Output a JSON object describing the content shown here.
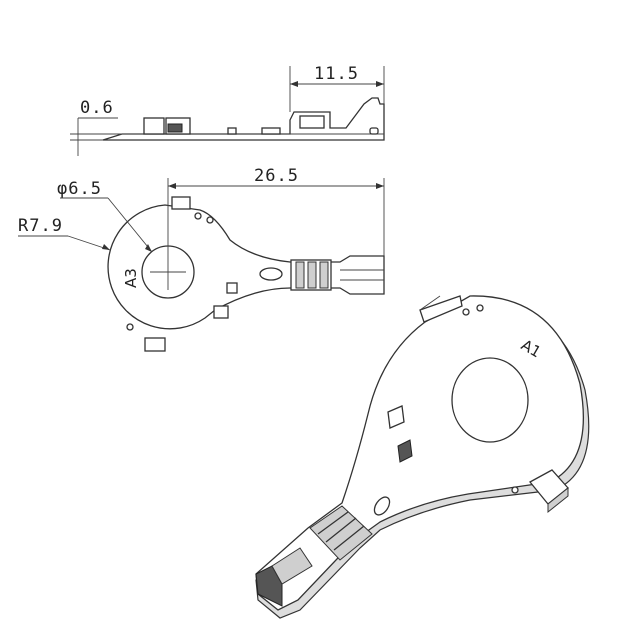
{
  "dimensions": {
    "thickness": "0.6",
    "tail_length": "11.5",
    "overall_length": "26.5",
    "hole_diameter": "φ6.5",
    "ring_radius": "R7.9"
  },
  "markings": {
    "drawing_ring_mark": "A3",
    "iso_ring_mark": "A1"
  },
  "colors": {
    "line": "#333333",
    "shade": "#cfcfcf",
    "background": "#ffffff"
  }
}
